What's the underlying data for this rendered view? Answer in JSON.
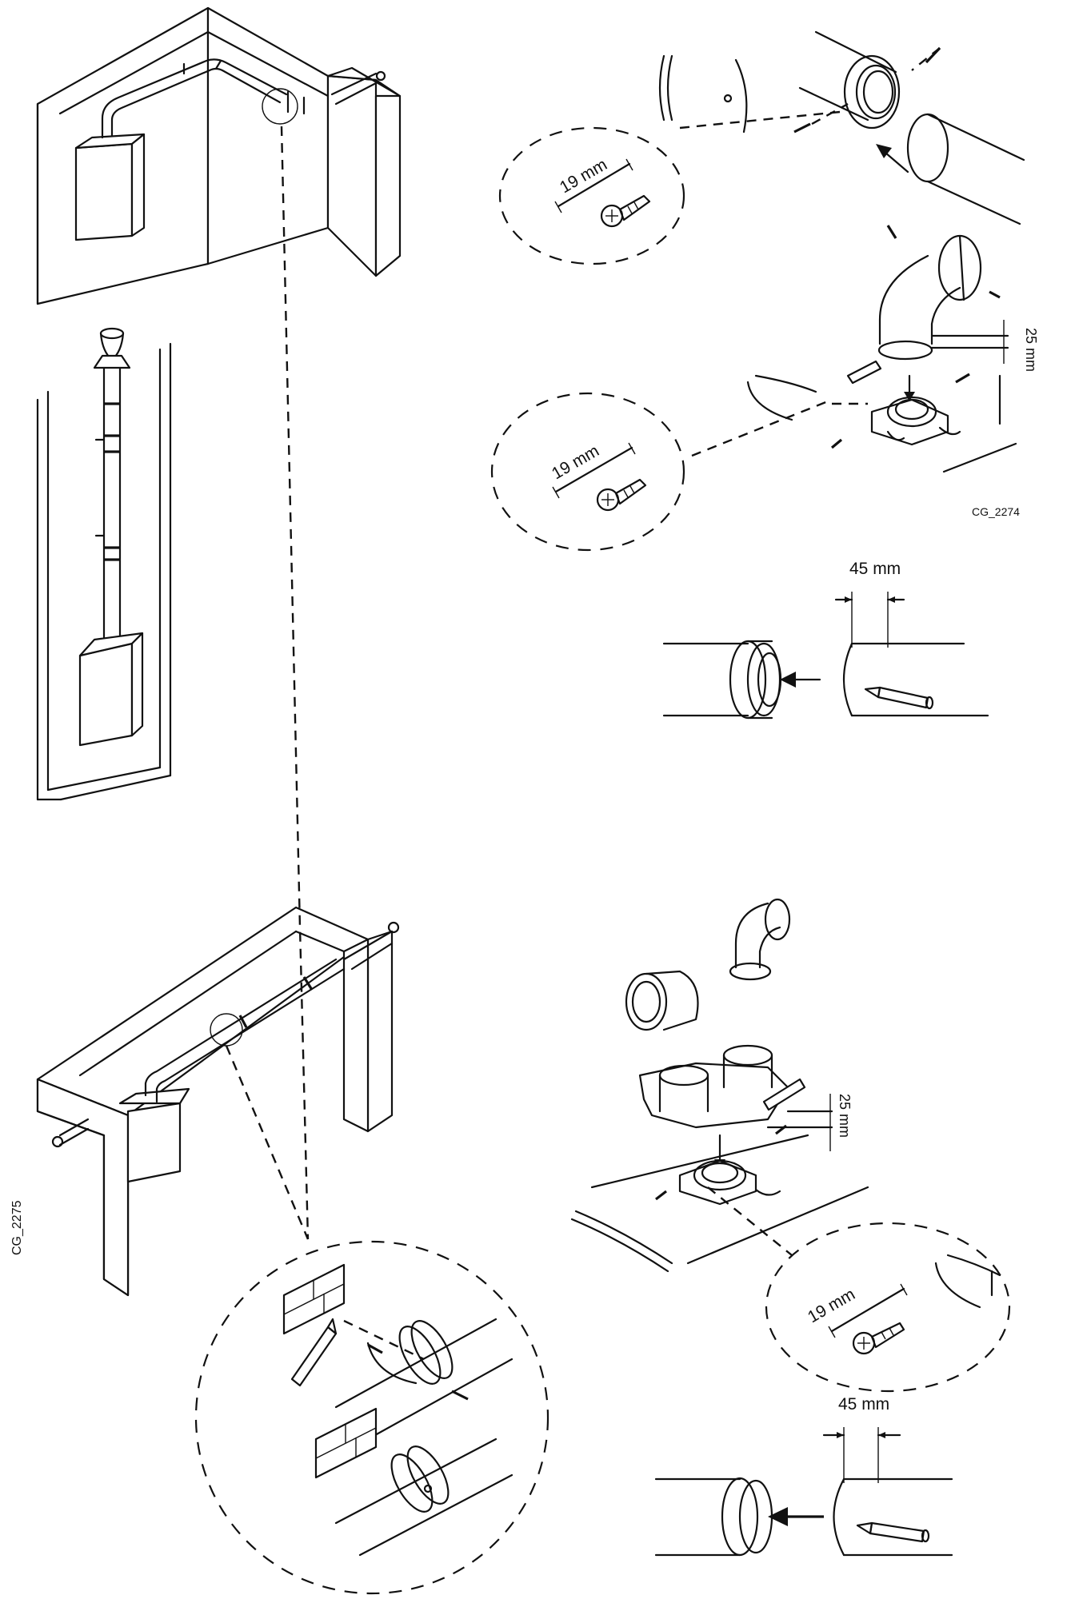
{
  "figure": {
    "code_top": "CG_2274",
    "code_side": "CG_2275"
  },
  "dimensions": {
    "screw_length_1": "19 mm",
    "screw_length_2": "19 mm",
    "screw_length_3": "19 mm",
    "insertion_depth_1": "45 mm",
    "insertion_depth_2": "45 mm",
    "bend_offset_1": "25 mm",
    "bend_offset_2": "25 mm"
  },
  "icons": [
    "boiler-icon",
    "pipe-icon",
    "screw-icon",
    "pencil-icon",
    "bracket-icon",
    "arrow-icon"
  ]
}
